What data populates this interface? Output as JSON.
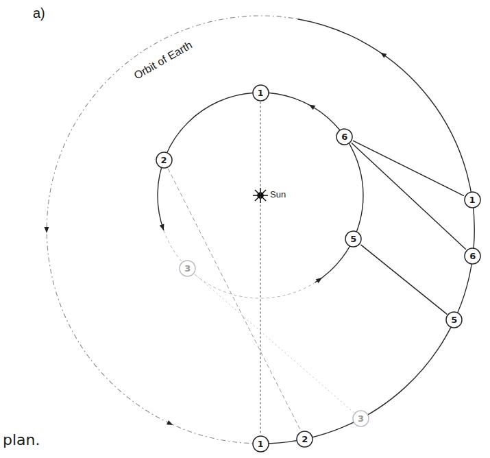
{
  "diagram": {
    "nodes": [
      {
        "text": [
          "1"
        ]
      },
      {
        "text": [
          "6"
        ]
      },
      {
        "text": [
          "2"
        ]
      },
      {
        "text": [
          "1"
        ]
      },
      {
        "text": [
          "5"
        ]
      },
      {
        "text": [
          "6"
        ]
      },
      {
        "text": [
          "3"
        ]
      },
      {
        "text": [
          "5"
        ]
      },
      {
        "text": [
          "3"
        ]
      },
      {
        "text": [
          "2"
        ]
      },
      {
        "text": [
          "1"
        ]
      }
    ],
    "edges": [
      {
        "from": 0,
        "to": 10,
        "arrow": "none"
      },
      {
        "from": 2,
        "to": 9,
        "arrow": "none"
      },
      {
        "from": 6,
        "to": 8,
        "arrow": "none"
      },
      {
        "from": 1,
        "to": 3,
        "arrow": "none"
      },
      {
        "from": 1,
        "to": 5,
        "arrow": "none"
      },
      {
        "from": 4,
        "to": 7,
        "arrow": "none"
      }
    ],
    "labels": [
      "a)",
      "Orbit of Earth",
      "Sun",
      "plan."
    ]
  }
}
